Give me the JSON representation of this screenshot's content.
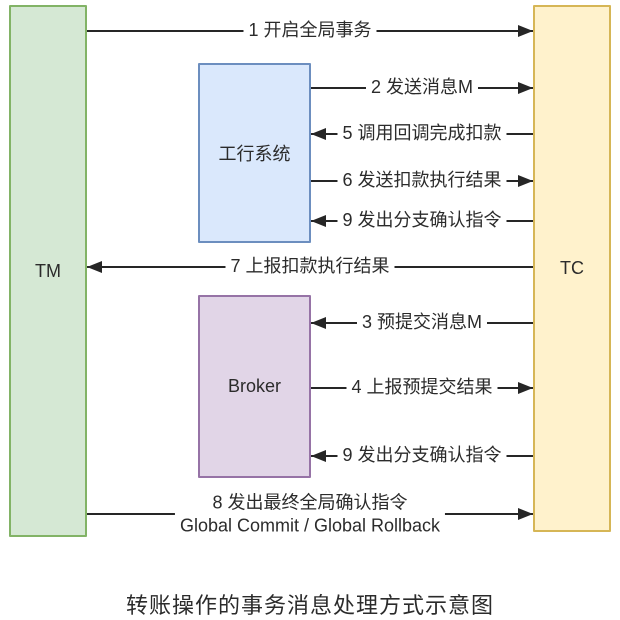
{
  "diagram": {
    "caption": "转账操作的事务消息处理方式示意图",
    "nodes": {
      "tm": {
        "label": "TM",
        "fill": "#d5e8d4",
        "stroke": "#82b366"
      },
      "tc": {
        "label": "TC",
        "fill": "#fff2cc",
        "stroke": "#d6b656"
      },
      "bank": {
        "label": "工行系统",
        "fill": "#dae8fc",
        "stroke": "#6c8ebf"
      },
      "broker": {
        "label": "Broker",
        "fill": "#e1d5e7",
        "stroke": "#9673a6"
      }
    },
    "arrows": {
      "a1": {
        "label": "1 开启全局事务",
        "from": "TM",
        "to": "TC",
        "direction": "right"
      },
      "a2": {
        "label": "2 发送消息M",
        "from": "工行系统",
        "to": "TC",
        "direction": "right"
      },
      "a5": {
        "label": "5 调用回调完成扣款",
        "from": "TC",
        "to": "工行系统",
        "direction": "left"
      },
      "a6": {
        "label": "6 发送扣款执行结果",
        "from": "工行系统",
        "to": "TC",
        "direction": "right"
      },
      "a9a": {
        "label": "9 发出分支确认指令",
        "from": "TC",
        "to": "工行系统",
        "direction": "left"
      },
      "a7": {
        "label": "7 上报扣款执行结果",
        "from": "TC",
        "to": "TM",
        "direction": "left"
      },
      "a3": {
        "label": "3 预提交消息M",
        "from": "TC",
        "to": "Broker",
        "direction": "left"
      },
      "a4": {
        "label": "4 上报预提交结果",
        "from": "Broker",
        "to": "TC",
        "direction": "right"
      },
      "a9b": {
        "label": "9 发出分支确认指令",
        "from": "TC",
        "to": "Broker",
        "direction": "left"
      },
      "a8": {
        "label": "8 发出最终全局确认指令",
        "label2": "Global Commit / Global Rollback",
        "from": "TM",
        "to": "TC",
        "direction": "right"
      }
    },
    "line_color": "#262626"
  }
}
